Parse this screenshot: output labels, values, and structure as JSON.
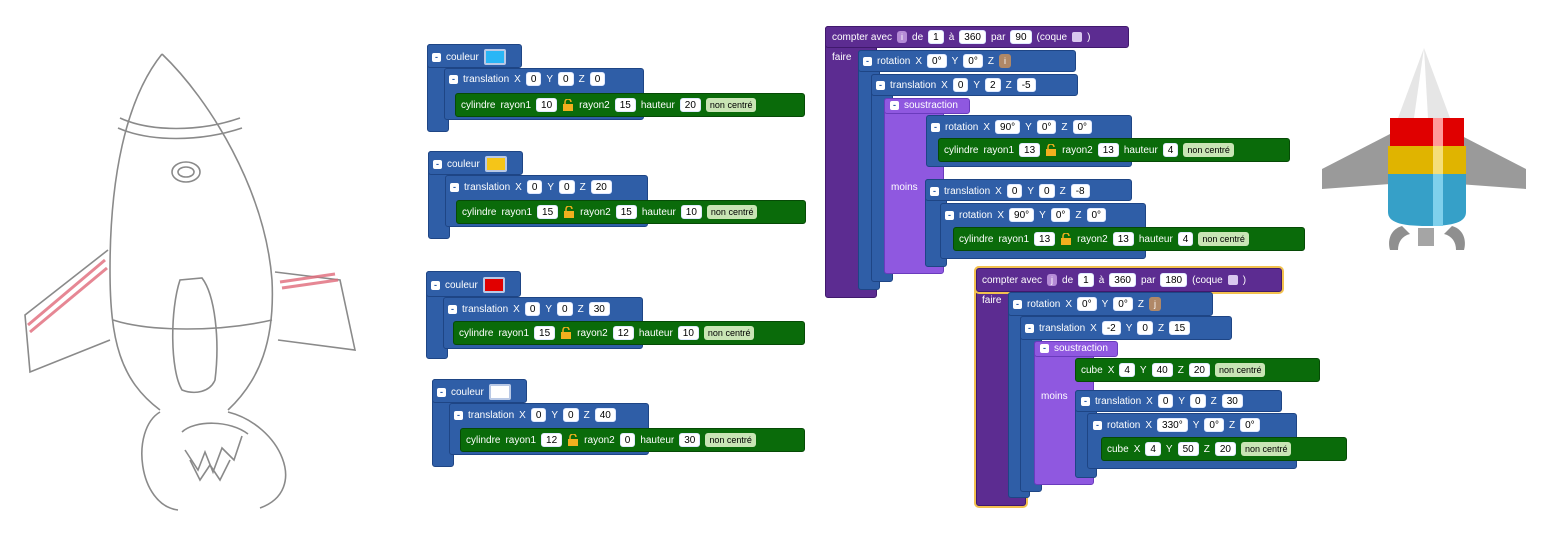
{
  "colour_blocks": [
    {
      "label": "couleur",
      "swatch": "#29b6f6",
      "translate": {
        "label": "translation",
        "x": "X",
        "y": "Y",
        "z": "Z",
        "xv": "0",
        "yv": "0",
        "zv": "0"
      },
      "cyl": {
        "label": "cylindre",
        "r1": "rayon1",
        "r1v": "10",
        "r2": "rayon2",
        "r2v": "15",
        "h": "hauteur",
        "hv": "20",
        "centre": "non centré"
      }
    },
    {
      "label": "couleur",
      "swatch": "#f5c518",
      "translate": {
        "label": "translation",
        "x": "X",
        "y": "Y",
        "z": "Z",
        "xv": "0",
        "yv": "0",
        "zv": "20"
      },
      "cyl": {
        "label": "cylindre",
        "r1": "rayon1",
        "r1v": "15",
        "r2": "rayon2",
        "r2v": "15",
        "h": "hauteur",
        "hv": "10",
        "centre": "non centré"
      }
    },
    {
      "label": "couleur",
      "swatch": "#e10000",
      "translate": {
        "label": "translation",
        "x": "X",
        "y": "Y",
        "z": "Z",
        "xv": "0",
        "yv": "0",
        "zv": "30"
      },
      "cyl": {
        "label": "cylindre",
        "r1": "rayon1",
        "r1v": "15",
        "r2": "rayon2",
        "r2v": "12",
        "h": "hauteur",
        "hv": "10",
        "centre": "non centré"
      }
    },
    {
      "label": "couleur",
      "swatch": "#ffffff",
      "translate": {
        "label": "translation",
        "x": "X",
        "y": "Y",
        "z": "Z",
        "xv": "0",
        "yv": "0",
        "zv": "40"
      },
      "cyl": {
        "label": "cylindre",
        "r1": "rayon1",
        "r1v": "12",
        "r2": "rayon2",
        "r2v": "0",
        "h": "hauteur",
        "hv": "30",
        "centre": "non centré"
      }
    }
  ],
  "loop1": {
    "compter": "compter avec",
    "var": "i",
    "de": "de",
    "from": "1",
    "a": "à",
    "to": "360",
    "par": "par",
    "step": "90",
    "coque": "(coque",
    "close": ")",
    "faire": "faire",
    "rot": {
      "label": "rotation",
      "x": "X",
      "y": "Y",
      "z": "Z",
      "xv": "0°",
      "yv": "0°",
      "zvar": "i"
    },
    "trans": {
      "label": "translation",
      "x": "X",
      "y": "Y",
      "z": "Z",
      "xv": "0",
      "yv": "2",
      "zv": "-5"
    },
    "sous": "soustraction",
    "moins": "moins",
    "rot2": {
      "label": "rotation",
      "x": "X",
      "y": "Y",
      "z": "Z",
      "xv": "90°",
      "yv": "0°",
      "zv": "0°"
    },
    "cyl1": {
      "label": "cylindre",
      "r1": "rayon1",
      "r1v": "13",
      "r2": "rayon2",
      "r2v": "13",
      "h": "hauteur",
      "hv": "4",
      "centre": "non centré"
    },
    "trans2": {
      "label": "translation",
      "x": "X",
      "y": "Y",
      "z": "Z",
      "xv": "0",
      "yv": "0",
      "zv": "-8"
    },
    "rot3": {
      "label": "rotation",
      "x": "X",
      "y": "Y",
      "z": "Z",
      "xv": "90°",
      "yv": "0°",
      "zv": "0°"
    },
    "cyl2": {
      "label": "cylindre",
      "r1": "rayon1",
      "r1v": "13",
      "r2": "rayon2",
      "r2v": "13",
      "h": "hauteur",
      "hv": "4",
      "centre": "non centré"
    }
  },
  "loop2": {
    "compter": "compter avec",
    "var": "j",
    "de": "de",
    "from": "1",
    "a": "à",
    "to": "360",
    "par": "par",
    "step": "180",
    "coque": "(coque",
    "close": ")",
    "faire": "faire",
    "rot": {
      "label": "rotation",
      "x": "X",
      "y": "Y",
      "z": "Z",
      "xv": "0°",
      "yv": "0°",
      "zvar": "j"
    },
    "trans": {
      "label": "translation",
      "x": "X",
      "y": "Y",
      "z": "Z",
      "xv": "-2",
      "yv": "0",
      "zv": "15"
    },
    "sous": "soustraction",
    "moins": "moins",
    "cube1": {
      "label": "cube",
      "x": "X",
      "y": "Y",
      "z": "Z",
      "xv": "4",
      "yv": "40",
      "zv": "20",
      "centre": "non centré"
    },
    "trans2": {
      "label": "translation",
      "x": "X",
      "y": "Y",
      "z": "Z",
      "xv": "0",
      "yv": "0",
      "zv": "30"
    },
    "rot2": {
      "label": "rotation",
      "x": "X",
      "y": "Y",
      "z": "Z",
      "xv": "330°",
      "yv": "0°",
      "zv": "0°"
    },
    "cube2": {
      "label": "cube",
      "x": "X",
      "y": "Y",
      "z": "Z",
      "xv": "4",
      "yv": "50",
      "zv": "20",
      "centre": "non centré"
    }
  },
  "colors": {
    "block_blue": "#2f5ea7",
    "block_green": "#0a6b0a",
    "loop_purple": "#5c2c91",
    "subtract_lilac": "#8f58e0"
  },
  "icons": [
    "collapse-minus-icon",
    "padlock-icon",
    "dropdown-arrow-icon"
  ]
}
